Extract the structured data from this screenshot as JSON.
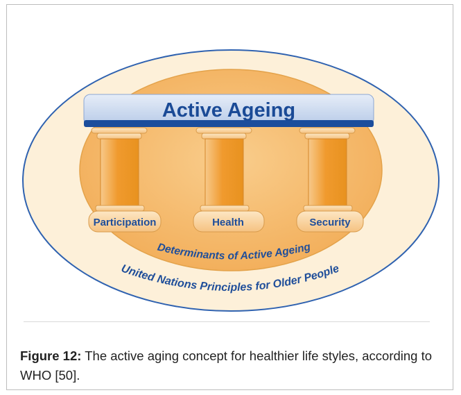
{
  "diagram": {
    "title": "Active Ageing",
    "pillars": [
      {
        "label": "Participation"
      },
      {
        "label": "Health"
      },
      {
        "label": "Security"
      }
    ],
    "inner_arc_label": "Determinants of Active Ageing",
    "outer_arc_label": "United Nations Principles for Older People",
    "colors": {
      "outer_ellipse_fill": "#fdf0d9",
      "outer_ellipse_stroke": "#2f62b0",
      "inner_ellipse_fill": "#f4b867",
      "inner_ellipse_stroke": "#e3a24a",
      "pillar_fill": "#f0a43e",
      "title_bar_fill": "#cfdcf0",
      "title_bar_stroke": "#1b4d9c",
      "text": "#1f4e9a"
    }
  },
  "caption": {
    "label": "Figure 12:",
    "text": " The active aging concept for healthier life styles, according to WHO [50]."
  }
}
